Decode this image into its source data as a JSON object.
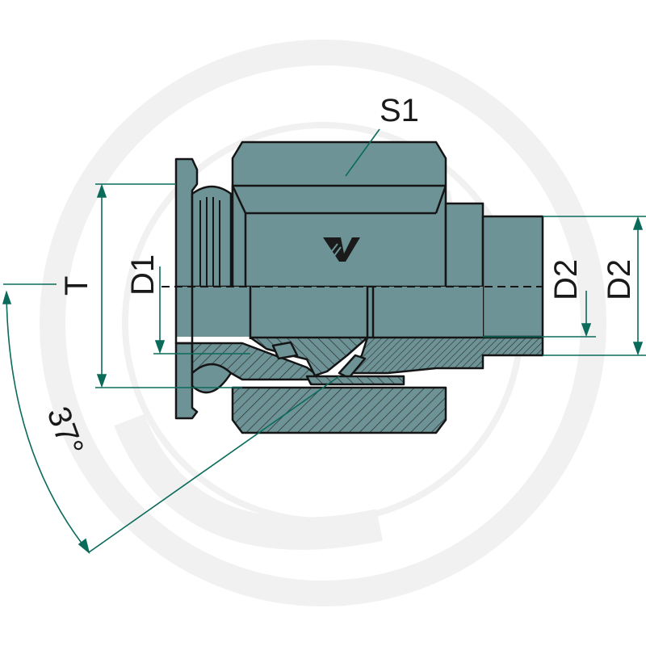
{
  "labels": {
    "s1": "S1",
    "d1": "D1",
    "d2_inner": "D2",
    "d2_outer": "D2",
    "t": "T",
    "angle": "37°"
  },
  "colors": {
    "body": "#6e9397",
    "outline": "#151515",
    "dimension": "#0b6b5a",
    "watermark": "#f1f1f1",
    "hatch": "#2a2a2a"
  },
  "icons": {
    "logo": "brand-v-logo-icon",
    "watermark": "circular-watermark-icon"
  }
}
